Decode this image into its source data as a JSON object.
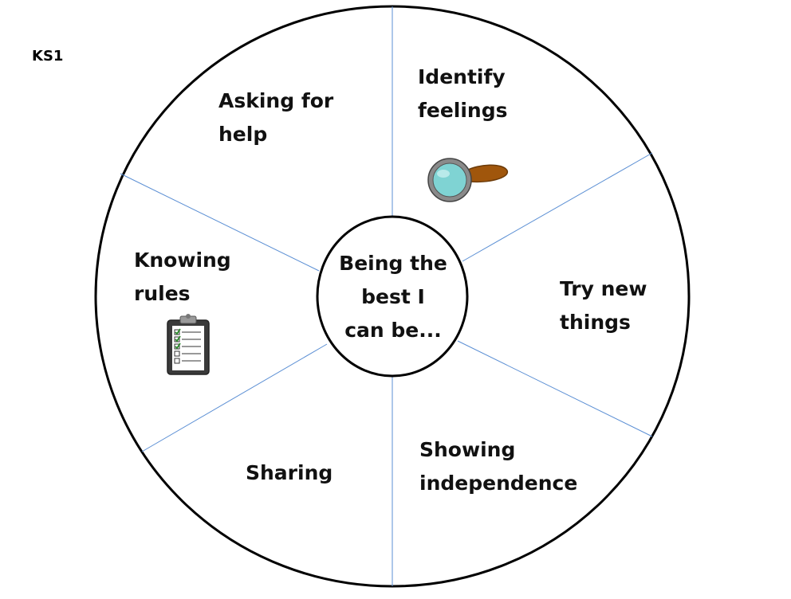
{
  "corner_label": "KS1",
  "center": {
    "line1": "Being the",
    "line2": "best I",
    "line3": "can be..."
  },
  "segments": [
    {
      "line1": "Identify",
      "line2": "feelings",
      "icon": "magnifying-glass-icon"
    },
    {
      "line1": "Try new",
      "line2": "things"
    },
    {
      "line1": "Showing",
      "line2": "independence"
    },
    {
      "line1": "Sharing"
    },
    {
      "line1": "Knowing",
      "line2": "rules",
      "icon": "clipboard-checklist-icon"
    },
    {
      "line1": "Asking for",
      "line2": "help"
    }
  ],
  "colors": {
    "outline": "#000000",
    "divider": "#5b8fd4",
    "glass": "#7fd3d3",
    "handle": "#a0560c"
  }
}
